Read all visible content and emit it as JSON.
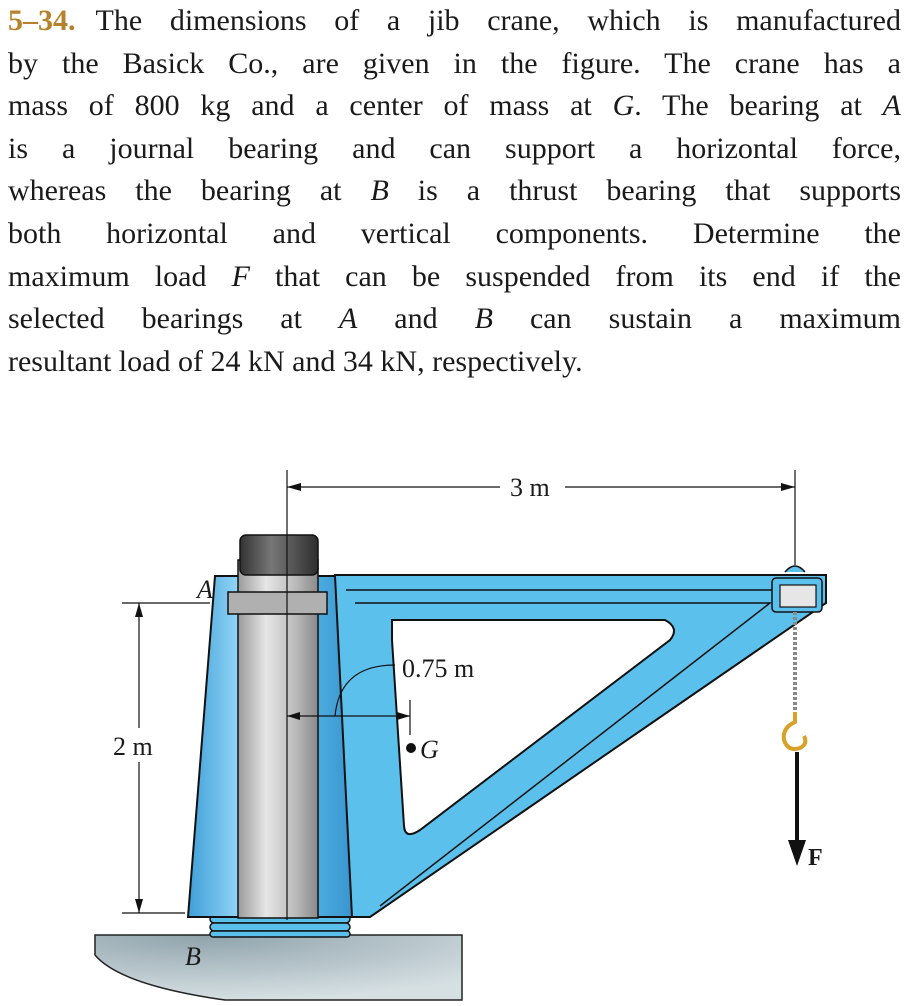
{
  "problem": {
    "number": "5–34.",
    "lines": [
      "The dimensions of a jib crane, which is manufactured",
      "by the Basick Co., are given in the figure. The crane has a",
      "mass of 800 kg and a center of mass at ",
      "is a journal bearing and can support a horizontal force,",
      "whereas the bearing at ",
      "both horizontal and vertical components. Determine the",
      "maximum load ",
      "selected bearings at ",
      "resultant load of 24 kN and 34 kN, respectively."
    ],
    "line3_mid": ". The bearing at ",
    "line5_tail": " is a thrust bearing that supports",
    "line7_tail": " that can be suspended from its end if the",
    "line8_mid": " and ",
    "line8_tail": " can sustain a maximum",
    "var_G": "G",
    "var_A": "A",
    "var_B": "B",
    "var_F": "F"
  },
  "figure": {
    "dim_span": "3 m",
    "dim_height": "2 m",
    "dim_offset": "0.75 m",
    "label_A": "A",
    "label_B": "B",
    "label_G": "G",
    "label_F": "F",
    "colors": {
      "frame_blue": "#5cc0ec",
      "frame_dark": "#2a8fc4",
      "column_gray": "#c9c9c9",
      "cap_dark": "#4a4a4a",
      "ground": "#b9c7cc"
    }
  }
}
